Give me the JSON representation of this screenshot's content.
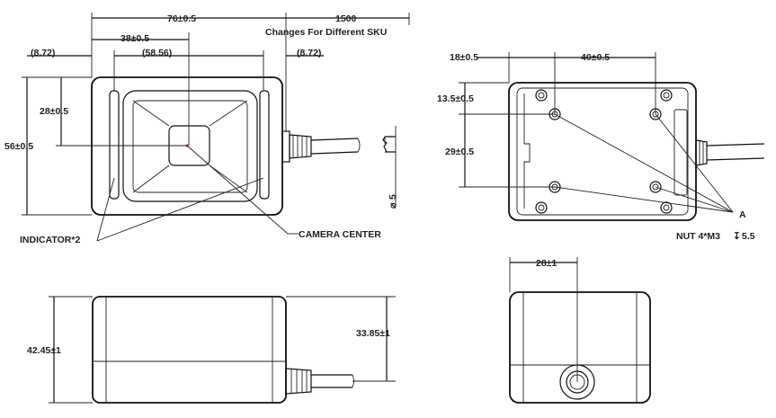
{
  "drawing": {
    "top_view": {
      "width_dim": "76±0.5",
      "cable_dim": "1500",
      "cable_note": "Changes For Different SKU",
      "window_dim": "38±0.5",
      "left_offset": "(8.72)",
      "center_width": "(58.56)",
      "right_offset": "(8.72)",
      "window_height_dim": "28±0.5",
      "height_dim": "56±0.5",
      "cable_diameter": "5",
      "indicator_label": "INDICATOR*2",
      "camera_label": "CAMERA CENTER"
    },
    "back_view": {
      "left_dim": "18±0.5",
      "spacing_dim": "40±0.5",
      "top_dim": "13.5±0.5",
      "vertical_dim": "29±0.5",
      "marker": "A",
      "nut_spec": "NUT 4*M3",
      "nut_depth": "5.5"
    },
    "side_view": {
      "height_dim": "42.45±1",
      "cable_height_dim": "33.85±1"
    },
    "end_view": {
      "connector_dim": "28±1"
    }
  }
}
